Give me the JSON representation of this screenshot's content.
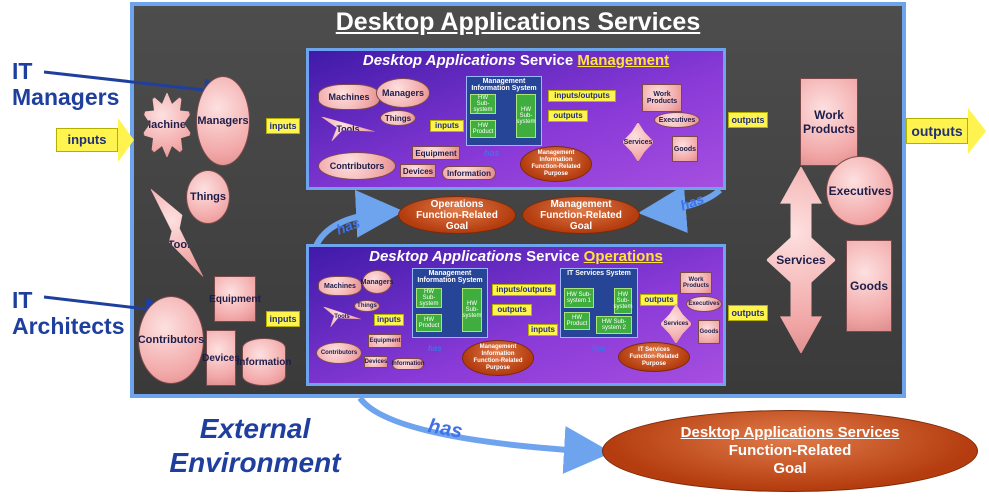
{
  "left": {
    "it_managers_line1": "IT",
    "it_managers_line2": "Managers",
    "it_architects_line1": "IT",
    "it_architects_line2": "Architects",
    "inputs": "inputs",
    "external_line1": "External",
    "external_line2": "Environment"
  },
  "title": "Desktop Applications Services",
  "outer_entities": {
    "machines": "Machines",
    "managers": "Managers",
    "things": "Things",
    "tools": "Tools",
    "equipment": "Equipment",
    "contributors": "Contributors",
    "devices": "Devices",
    "information": "Information"
  },
  "management": {
    "title_italic": "Desktop Applications",
    "title_plain": "Service",
    "title_under": "Management",
    "inputs_outer": "inputs",
    "outputs_outer": "outputs",
    "entities": [
      "Machines",
      "Managers",
      "Things",
      "Tools",
      "Equipment",
      "Contributors",
      "Devices",
      "Information"
    ],
    "mis_title": "Management Information System",
    "mis_boxes": [
      "HW Sub-system",
      "HW Product",
      "HW Sub-system"
    ],
    "inputs_outputs": "inputs/outputs",
    "inputs": "inputs",
    "outputs": "outputs",
    "has": "has",
    "goal": [
      "Management",
      "Information",
      "Function-Related",
      "Purpose"
    ],
    "right": [
      "Work Products",
      "Executives",
      "Services",
      "Goods"
    ]
  },
  "middle_goals": {
    "ops": [
      "Operations",
      "Function-Related",
      "Goal"
    ],
    "mgmt": [
      "Management",
      "Function-Related",
      "Goal"
    ],
    "has_left": "has",
    "has_right": "has"
  },
  "operations": {
    "title_italic": "Desktop Applications",
    "title_plain": "Service",
    "title_under": "Operations",
    "inputs_outer": "inputs",
    "outputs_outer": "outputs",
    "entities": [
      "Machines",
      "Managers",
      "Things",
      "Tools",
      "Equipment",
      "Contributors",
      "Devices",
      "Information"
    ],
    "mis_title": "Management Information System",
    "mis_boxes": [
      "HW Sub-system",
      "HW Product",
      "HW Sub-system"
    ],
    "its_title": "IT Services System",
    "its_boxes": [
      "HW Sub-system 1",
      "HW Product",
      "HW Sub-system 2",
      "HW Sub-system"
    ],
    "inputs_outputs": "inputs/outputs",
    "inputs": "inputs",
    "outputs": "outputs",
    "inputs2": "inputs",
    "outputs2": "outputs",
    "has1": "has",
    "has2": "has",
    "goal1": [
      "Management",
      "Information",
      "Function-Related",
      "Purpose"
    ],
    "goal2": [
      "IT Services",
      "Function-Related",
      "Purpose"
    ],
    "right": [
      "Work Products",
      "Executives",
      "Services",
      "Goods"
    ]
  },
  "right_outer": {
    "work_products": "Work Products",
    "executives": "Executives",
    "services": "Services",
    "goods": "Goods",
    "outputs": "outputs"
  },
  "bottom": {
    "has": "has",
    "goal_line1": "Desktop Applications Services",
    "goal_line2": "Function-Related",
    "goal_line3": "Goal"
  },
  "colors": {
    "frame_border": "#6ea3ee",
    "label_blue": "#1f3f9e",
    "arrow_yellow": "#fff44f",
    "goal_orange": "#b43c0e"
  }
}
